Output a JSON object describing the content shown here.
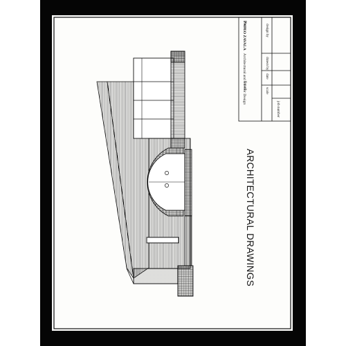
{
  "title_block": {
    "company": "PAULO ZAVALA",
    "company_subtitle": "Architectural and Interior Design",
    "phone_label": "Phone:",
    "email_label": "Email:",
    "fields": [
      "design by",
      "drawn by",
      "date",
      "scale",
      "job number"
    ]
  },
  "drawing_title": "ARCHITECTURAL DRAWINGS",
  "colors": {
    "frame": "#050505",
    "paper": "#fdfdfb",
    "ink": "#111111"
  }
}
